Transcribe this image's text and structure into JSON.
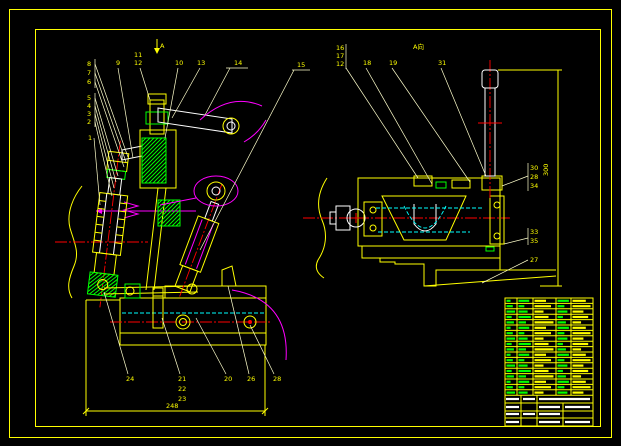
{
  "drawing": {
    "background": "#000000",
    "palette": {
      "outline": "#ffff00",
      "section_part": "#00ff00",
      "visible_edge": "#ffffff",
      "centerline": "#ff0000",
      "motion_path": "#ff00ff",
      "hidden_line": "#00ffff"
    }
  },
  "left_view": {
    "view_arrow": "A",
    "callouts_stack_upper": [
      "8",
      "7",
      "6"
    ],
    "callouts_stack_lower": [
      "5",
      "4",
      "3",
      "2"
    ],
    "callout_single": "1",
    "callouts_top": [
      "9",
      "11",
      "12",
      "10",
      "13",
      "14",
      "15"
    ],
    "callouts_bottom": [
      "24",
      "21",
      "22",
      "23",
      "20",
      "26",
      "28"
    ],
    "overall_width": "248"
  },
  "right_view": {
    "title": "A向",
    "callouts_top_stack": [
      "16",
      "17",
      "12"
    ],
    "callouts_top": [
      "18",
      "19",
      "31"
    ],
    "callouts_right_upper": [
      "30",
      "28",
      "34"
    ],
    "callouts_right_lower": [
      "33",
      "35"
    ],
    "callout_base": "27",
    "overall_height": "300"
  }
}
